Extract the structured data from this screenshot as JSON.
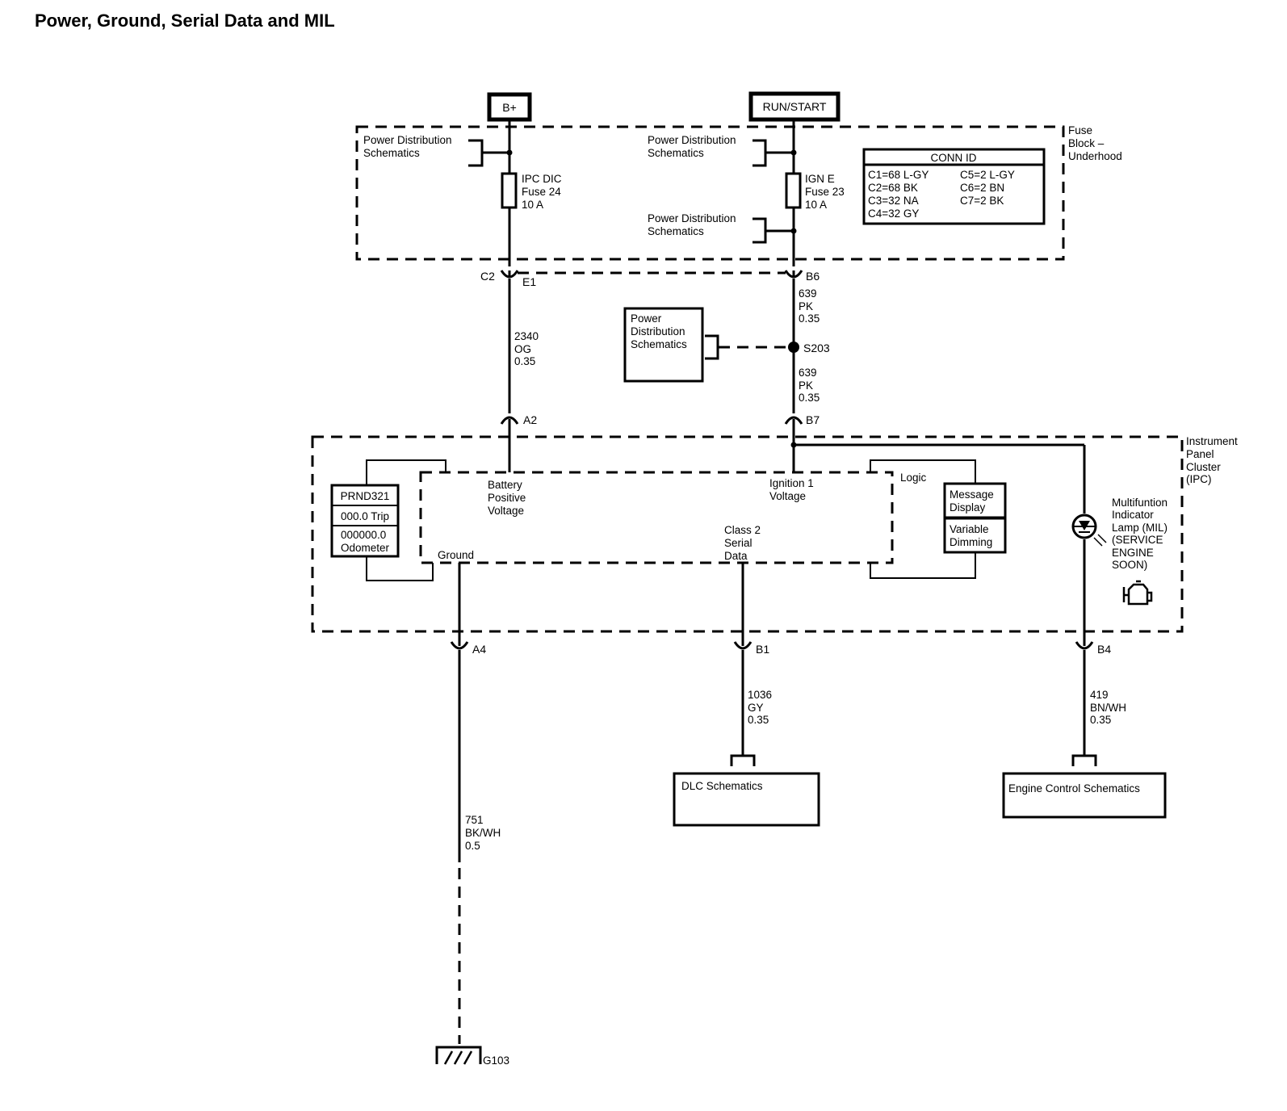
{
  "title": "Power, Ground, Serial Data and MIL",
  "sources": {
    "b_plus": "B+",
    "run_start": "RUN/START"
  },
  "fuse_block": {
    "label_lines": [
      "Fuse",
      "Block –",
      "Underhood"
    ],
    "pds_1": [
      "Power Distribution",
      "Schematics"
    ],
    "pds_2": [
      "Power Distribution",
      "Schematics"
    ],
    "pds_3": [
      "Power Distribution",
      "Schematics"
    ],
    "fuse_ipc": [
      "IPC DIC",
      "Fuse 24",
      "10 A"
    ],
    "fuse_ign": [
      "IGN E",
      "Fuse 23",
      "10 A"
    ],
    "conn_id": {
      "header": "CONN ID",
      "col1": [
        "C1=68 L-GY",
        "C2=68 BK",
        "C3=32 NA",
        "C4=32 GY"
      ],
      "col2": [
        "C5=2 L-GY",
        "C6=2 BN",
        "C7=2 BK"
      ]
    }
  },
  "connectors": {
    "c2": "C2",
    "e1": "E1",
    "b6": "B6",
    "a2": "A2",
    "b7": "B7",
    "a4": "A4",
    "b1": "B1",
    "b4": "B4"
  },
  "wires": {
    "w2340": [
      "2340",
      "OG",
      "0.35"
    ],
    "w639a": [
      "639",
      "PK",
      "0.35"
    ],
    "w639b": [
      "639",
      "PK",
      "0.35"
    ],
    "w1036": [
      "1036",
      "GY",
      "0.35"
    ],
    "w419": [
      "419",
      "BN/WH",
      "0.35"
    ],
    "w751": [
      "751",
      "BK/WH",
      "0.5"
    ]
  },
  "splice": "S203",
  "pds_box": [
    "Power",
    "Distribution",
    "Schematics"
  ],
  "ipc": {
    "label_lines": [
      "Instrument",
      "Panel",
      "Cluster",
      "(IPC)"
    ],
    "battery_positive": [
      "Battery",
      "Positive",
      "Voltage"
    ],
    "ignition_voltage": [
      "Ignition 1",
      "Voltage"
    ],
    "serial_data": [
      "Class 2",
      "Serial",
      "Data"
    ],
    "ground": "Ground",
    "logic": "Logic",
    "prnd": "PRND321",
    "trip": "000.0 Trip",
    "odometer": [
      "000000.0",
      "Odometer"
    ],
    "message_display": [
      "Message",
      "Display"
    ],
    "variable_dimming": [
      "Variable",
      "Dimming"
    ],
    "mil": [
      "Multifuntion",
      "Indicator",
      "Lamp (MIL)",
      "(SERVICE",
      "ENGINE",
      "SOON)"
    ]
  },
  "dlc": "DLC Schematics",
  "engine_control": "Engine Control Schematics",
  "ground_point": "G103"
}
